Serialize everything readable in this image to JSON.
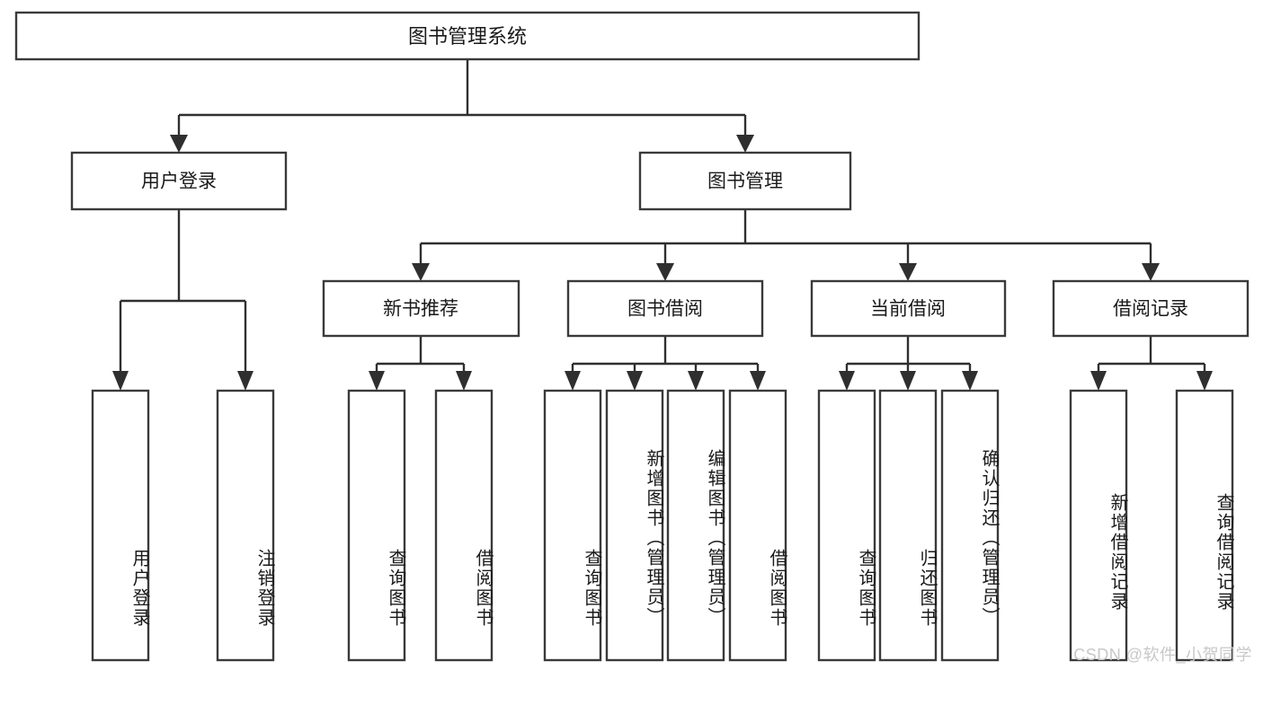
{
  "diagram": {
    "type": "tree",
    "title": "图书管理系统",
    "watermark": "CSDN @软件_小贺同学",
    "colors": {
      "background": "#ffffff",
      "box_stroke": "#3a3a3a",
      "connector": "#2f2f2f",
      "text": "#1a1a1a",
      "watermark": "#c8c8c8"
    },
    "root": {
      "label": "图书管理系统"
    },
    "level1": [
      {
        "label": "用户登录"
      },
      {
        "label": "图书管理"
      }
    ],
    "level2": [
      {
        "label": "新书推荐"
      },
      {
        "label": "图书借阅"
      },
      {
        "label": "当前借阅"
      },
      {
        "label": "借阅记录"
      }
    ],
    "leaves": {
      "user_login": [
        {
          "label": "用户登录"
        },
        {
          "label": "注销登录"
        }
      ],
      "new_book": [
        {
          "label": "查询图书"
        },
        {
          "label": "借阅图书"
        }
      ],
      "book_borrow": [
        {
          "label": "查询图书"
        },
        {
          "label": "新增图书（管理员）"
        },
        {
          "label": "编辑图书（管理员）"
        },
        {
          "label": "借阅图书"
        }
      ],
      "current_borrow": [
        {
          "label": "查询图书"
        },
        {
          "label": "归还图书"
        },
        {
          "label": "确认归还（管理员）"
        }
      ],
      "borrow_record": [
        {
          "label": "新增借阅记录"
        },
        {
          "label": "查询借阅记录"
        }
      ]
    }
  }
}
